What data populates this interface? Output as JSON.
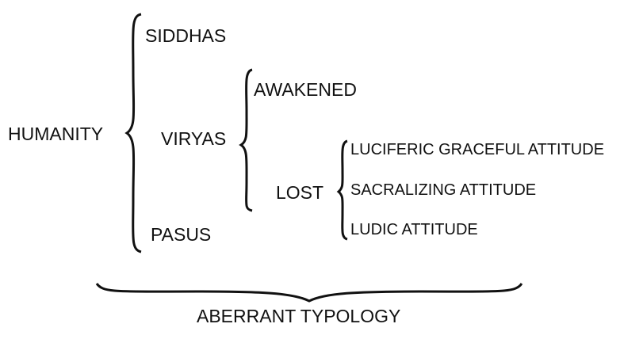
{
  "root": "HUMANITY",
  "level1": [
    "SIDDHAS",
    "VIRYAS",
    "PASUS"
  ],
  "viryas": [
    "AWAKENED",
    "LOST"
  ],
  "lost": [
    "LUCIFERIC GRACEFUL ATTITUDE",
    "SACRALIZING ATTITUDE",
    "LUDIC ATTITUDE"
  ],
  "footer": "ABERRANT TYPOLOGY"
}
